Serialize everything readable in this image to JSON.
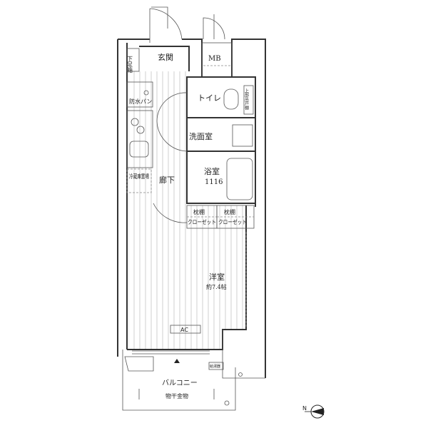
{
  "rooms": {
    "entrance": "玄関",
    "meter_box": "MB",
    "shoe_cabinet": "下足箱",
    "waterproof_pan": "防水パン",
    "fridge_space": "冷蔵庫置場",
    "toilet": "トイレ",
    "upper_cabinet": "上部吊戸棚",
    "washroom": "洗面室",
    "bathroom": "浴室",
    "bathroom_size": "1116",
    "hallway": "廊下",
    "closet_shelf_1": "枕棚",
    "closet_1": "クローゼット",
    "closet_shelf_2": "枕棚",
    "closet_2": "クローゼット",
    "western_room": "洋室",
    "western_room_size": "約7.4帖",
    "ac": "AC",
    "water_heater": "給湯器",
    "balcony": "バルコニー",
    "laundry_hanger": "物干金物"
  },
  "compass": {
    "label": "N"
  }
}
